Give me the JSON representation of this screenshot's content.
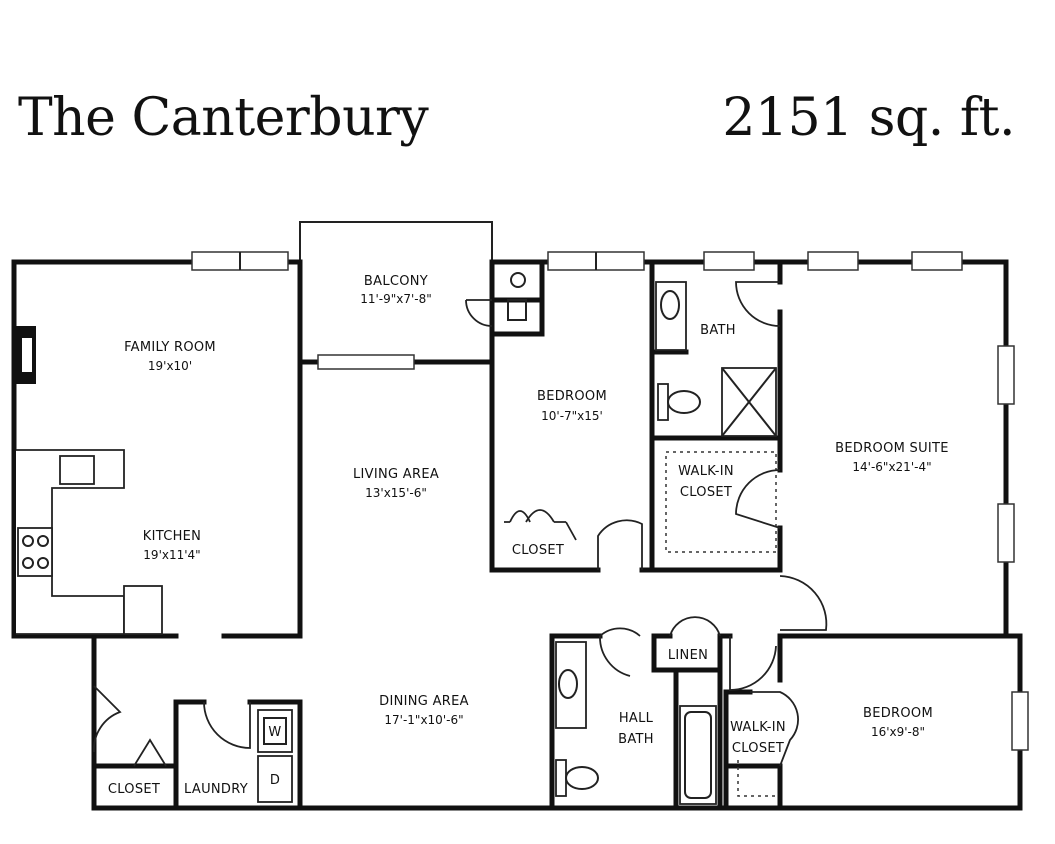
{
  "header": {
    "title": "The Canterbury",
    "area": "2151 sq. ft."
  },
  "rooms": {
    "balcony": {
      "name": "BALCONY",
      "dim": "11'-9\"x7'-8\""
    },
    "family_room": {
      "name": "FAMILY ROOM",
      "dim": "19'x10'"
    },
    "kitchen": {
      "name": "KITCHEN",
      "dim": "19'x11'4\""
    },
    "living_area": {
      "name": "LIVING AREA",
      "dim": "13'x15'-6\""
    },
    "bedroom_1": {
      "name": "BEDROOM",
      "dim": "10'-7\"x15'"
    },
    "bath": {
      "name": "BATH"
    },
    "walkin_closet_1": {
      "line1": "WALK-IN",
      "line2": "CLOSET"
    },
    "bedroom_suite": {
      "name": "BEDROOM SUITE",
      "dim": "14'-6\"x21'-4\""
    },
    "closet_bedroom": {
      "name": "CLOSET"
    },
    "dining_area": {
      "name": "DINING AREA",
      "dim": "17'-1\"x10'-6\""
    },
    "linen": {
      "name": "LINEN"
    },
    "hall_bath": {
      "line1": "HALL",
      "line2": "BATH"
    },
    "walkin_closet_2": {
      "line1": "WALK-IN",
      "line2": "CLOSET"
    },
    "bedroom_2": {
      "name": "BEDROOM",
      "dim": "16'x9'-8\""
    },
    "closet_entry": {
      "name": "CLOSET"
    },
    "laundry": {
      "name": "LAUNDRY"
    }
  },
  "appliances": {
    "washer": "W",
    "dryer": "D"
  }
}
